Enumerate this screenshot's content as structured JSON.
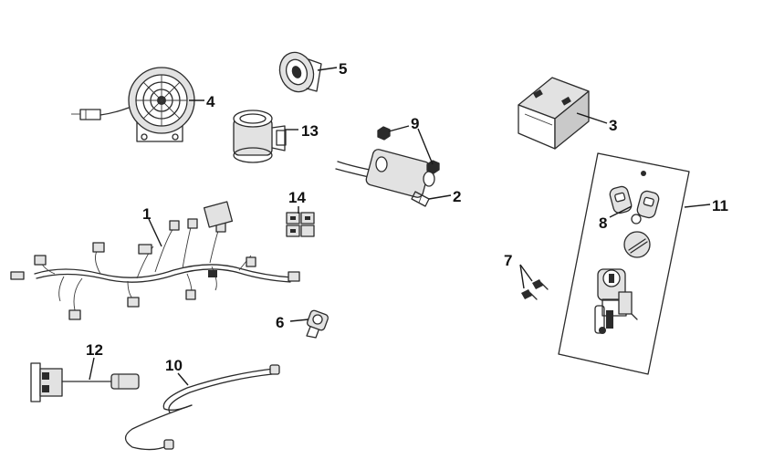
{
  "parts": [
    {
      "id": "wiring-harness",
      "callout": "1"
    },
    {
      "id": "ignition-coil",
      "callout": "2"
    },
    {
      "id": "battery",
      "callout": "3"
    },
    {
      "id": "alarm-speaker",
      "callout": "4"
    },
    {
      "id": "horn",
      "callout": "5"
    },
    {
      "id": "relay-connector",
      "callout": "6"
    },
    {
      "id": "bolts",
      "callout": "7"
    },
    {
      "id": "remote-keys",
      "callout": "8"
    },
    {
      "id": "coil-nuts",
      "callout": "9"
    },
    {
      "id": "cable",
      "callout": "10"
    },
    {
      "id": "lock-set",
      "callout": "11"
    },
    {
      "id": "socket-lead",
      "callout": "12"
    },
    {
      "id": "flasher-relay",
      "callout": "13"
    },
    {
      "id": "fuse-holders",
      "callout": "14"
    }
  ]
}
